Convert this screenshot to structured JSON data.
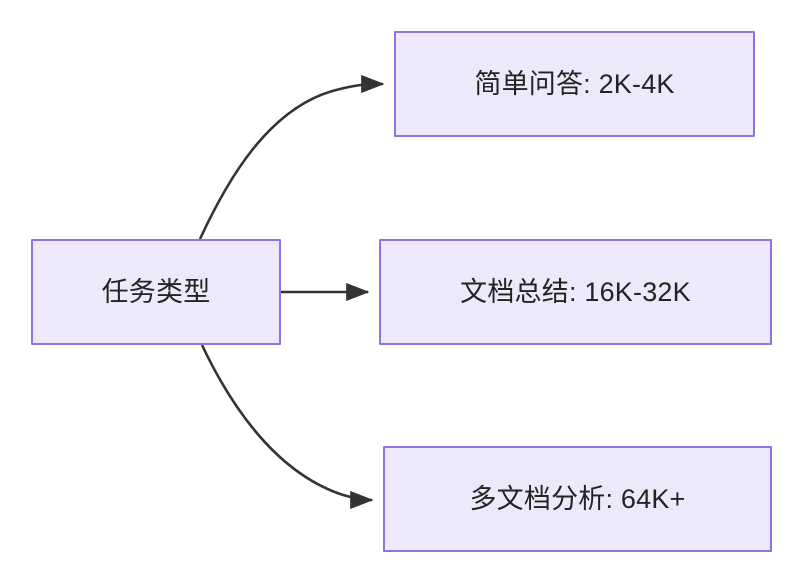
{
  "diagram": {
    "type": "flowchart",
    "direction": "left-to-right",
    "background_color": "#ffffff",
    "node_fill_color": "#ede9fb",
    "node_border_color": "#9272de",
    "node_text_color": "#232323",
    "edge_color": "#333333",
    "root": {
      "id": "root",
      "label": "任务类型"
    },
    "children": [
      {
        "id": "child-0",
        "label": "简单问答: 2K-4K",
        "edge_style": "curved"
      },
      {
        "id": "child-1",
        "label": "文档总结: 16K-32K",
        "edge_style": "straight"
      },
      {
        "id": "child-2",
        "label": "多文档分析: 64K+",
        "edge_style": "curved"
      }
    ]
  }
}
